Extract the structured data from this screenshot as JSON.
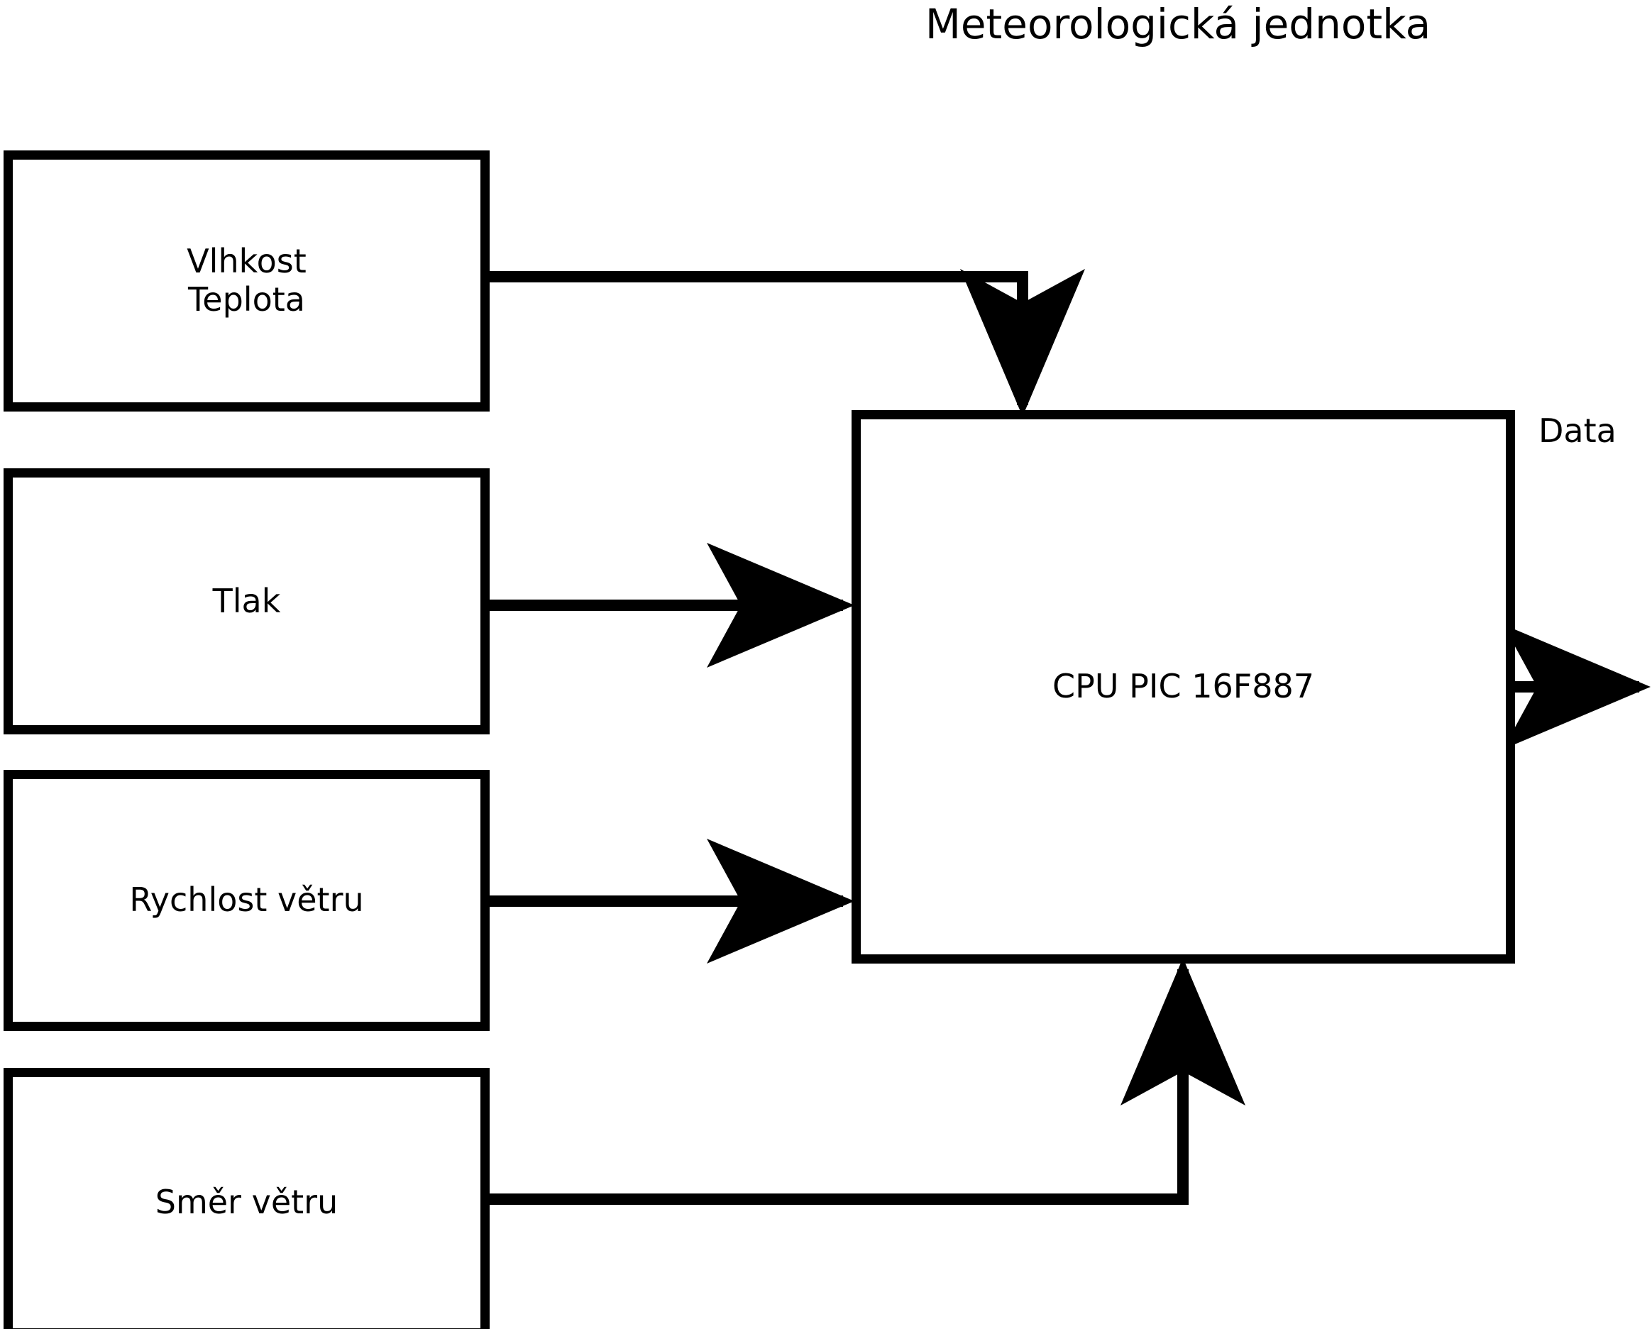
{
  "diagram": {
    "title": "Meteorologická jednotka",
    "type": "block-diagram",
    "colors": {
      "stroke": "#000000",
      "fill": "#ffffff",
      "text": "#000000"
    },
    "nodes": [
      {
        "id": "humidity-temp",
        "label": "Vlhkost\nTeplota"
      },
      {
        "id": "pressure",
        "label": "Tlak"
      },
      {
        "id": "wind-speed",
        "label": "Rychlost větru"
      },
      {
        "id": "wind-direction",
        "label": "Směr větru"
      },
      {
        "id": "cpu",
        "label": "CPU PIC 16F887"
      }
    ],
    "edges": [
      {
        "id": "humidity-to-cpu",
        "from": "humidity-temp",
        "to": "cpu",
        "label": "",
        "arrow": "down"
      },
      {
        "id": "pressure-to-cpu",
        "from": "pressure",
        "to": "cpu",
        "label": "",
        "arrow": "right"
      },
      {
        "id": "windspeed-to-cpu",
        "from": "wind-speed",
        "to": "cpu",
        "label": "",
        "arrow": "right"
      },
      {
        "id": "winddir-to-cpu",
        "from": "wind-direction",
        "to": "cpu",
        "label": "",
        "arrow": "up"
      },
      {
        "id": "cpu-to-data",
        "from": "cpu",
        "to": "output",
        "label": "Data",
        "arrow": "right"
      }
    ],
    "output_label": "Data"
  }
}
